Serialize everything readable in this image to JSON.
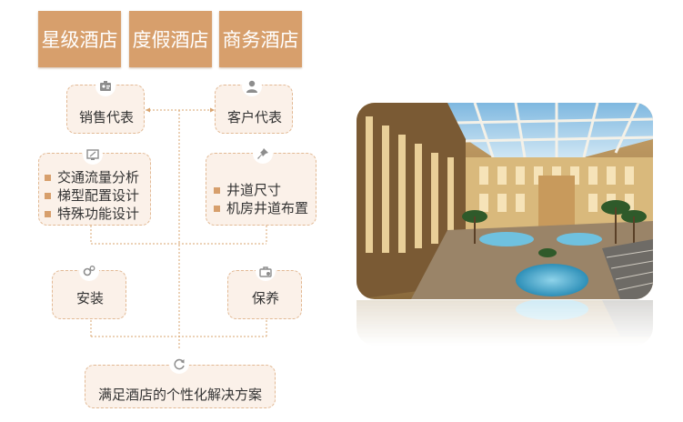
{
  "tabs": [
    "星级酒店",
    "度假酒店",
    "商务酒店"
  ],
  "nodes": {
    "sales_rep": "销售代表",
    "client_rep": "客户代表",
    "analysis": [
      "交通流量分析",
      "梯型配置设计",
      "特殊功能设计"
    ],
    "shaft": [
      "井道尺寸",
      "机房井道布置"
    ],
    "install": "安装",
    "maintain": "保养",
    "solution": "满足酒店的个性化解决方案"
  },
  "colors": {
    "tab_bg": "#d79f6c",
    "card_bg": "#fbf1e9",
    "card_border": "#e2b994",
    "connector": "#d9a46f"
  },
  "icons": {
    "sales_rep": "id-card-icon",
    "client_rep": "person-icon",
    "analysis": "monitor-icon",
    "shaft": "pin-icon",
    "install": "gears-icon",
    "maintain": "toolbox-icon",
    "solution": "refresh-icon"
  },
  "image": "hotel-atrium-photo"
}
